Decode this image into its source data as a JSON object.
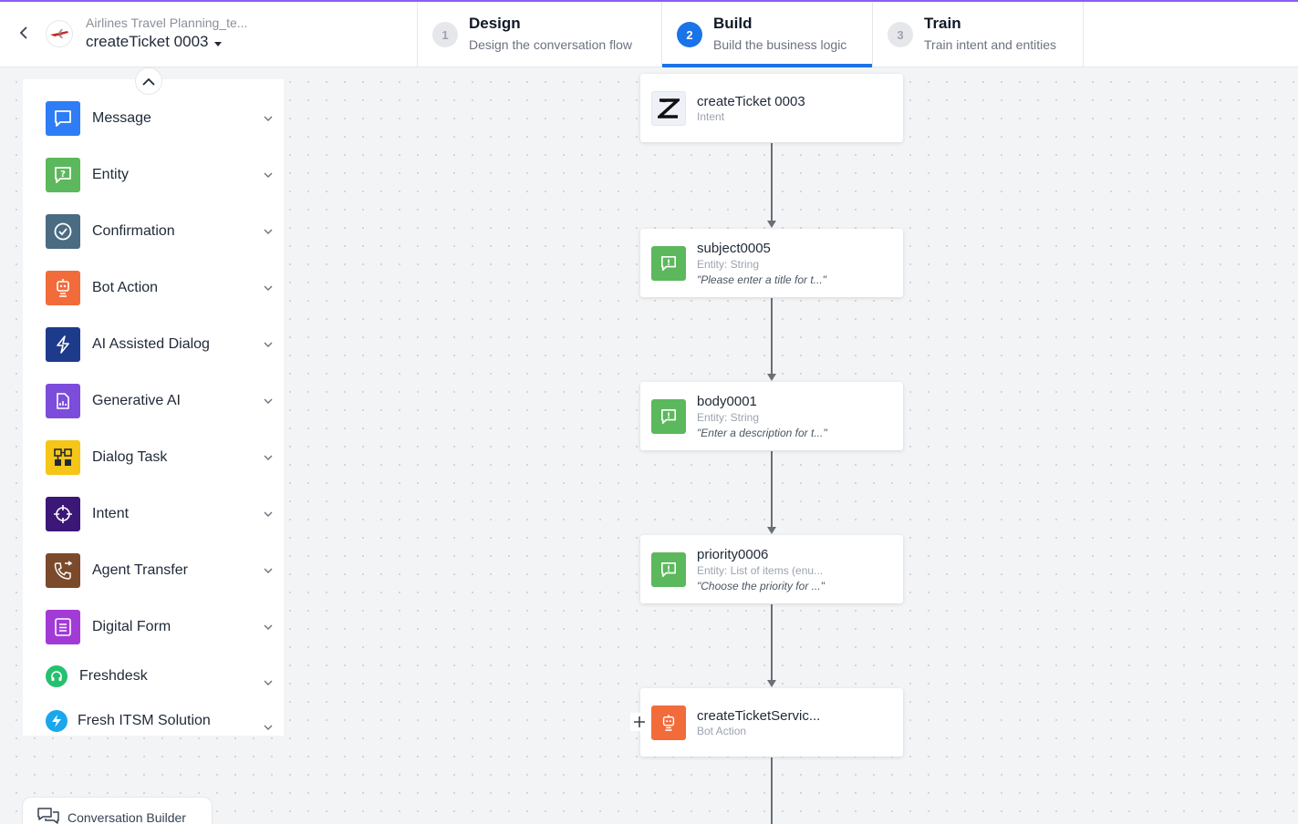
{
  "header": {
    "app_name": "Airlines Travel Planning_te...",
    "task_name": "createTicket 0003",
    "steps": [
      {
        "num": "1",
        "title": "Design",
        "subtitle": "Design the conversation flow"
      },
      {
        "num": "2",
        "title": "Build",
        "subtitle": "Build the business logic"
      },
      {
        "num": "3",
        "title": "Train",
        "subtitle": "Train intent and entities"
      }
    ],
    "active_step": "Build",
    "accent_color": "#1a73e8"
  },
  "panel": {
    "items": [
      {
        "label": "Message",
        "icon": "message-icon",
        "color": "#2f7df6"
      },
      {
        "label": "Entity",
        "icon": "entity-icon",
        "color": "#5cb85c"
      },
      {
        "label": "Confirmation",
        "icon": "confirmation-icon",
        "color": "#4a6b82"
      },
      {
        "label": "Bot Action",
        "icon": "bot-action-icon",
        "color": "#f26b3a"
      },
      {
        "label": "AI Assisted Dialog",
        "icon": "ai-assisted-icon",
        "color": "#1e3a8a"
      },
      {
        "label": "Generative AI",
        "icon": "generative-ai-icon",
        "color": "#7c4ddb"
      },
      {
        "label": "Dialog Task",
        "icon": "dialog-task-icon",
        "color": "#f5c518"
      },
      {
        "label": "Intent",
        "icon": "intent-icon",
        "color": "#3b1778"
      },
      {
        "label": "Agent Transfer",
        "icon": "agent-transfer-icon",
        "color": "#7a4a2b"
      },
      {
        "label": "Digital Form",
        "icon": "digital-form-icon",
        "color": "#a23bd6"
      },
      {
        "label": "Freshdesk",
        "icon": "freshdesk-icon",
        "color": "#25c16f"
      },
      {
        "label": "Fresh ITSM Solution",
        "icon": "fresh-itsm-icon",
        "color": "#1aa7ec"
      }
    ]
  },
  "flow": {
    "nodes": [
      {
        "title": "createTicket 0003",
        "type": "Intent",
        "prompt": "",
        "icon": "zendesk-icon"
      },
      {
        "title": "subject0005",
        "type": "Entity: String",
        "prompt": "\"Please enter a title for t...\"",
        "icon": "entity-icon"
      },
      {
        "title": "body0001",
        "type": "Entity: String",
        "prompt": "\"Enter a description for t...\"",
        "icon": "entity-icon"
      },
      {
        "title": "priority0006",
        "type": "Entity: List of items (enu...",
        "prompt": "\"Choose the priority for ...\"",
        "icon": "entity-icon"
      },
      {
        "title": "createTicketServic...",
        "type": "Bot Action",
        "prompt": "",
        "icon": "bot-action-icon"
      }
    ]
  },
  "footer": {
    "tab_label": "Conversation Builder"
  }
}
